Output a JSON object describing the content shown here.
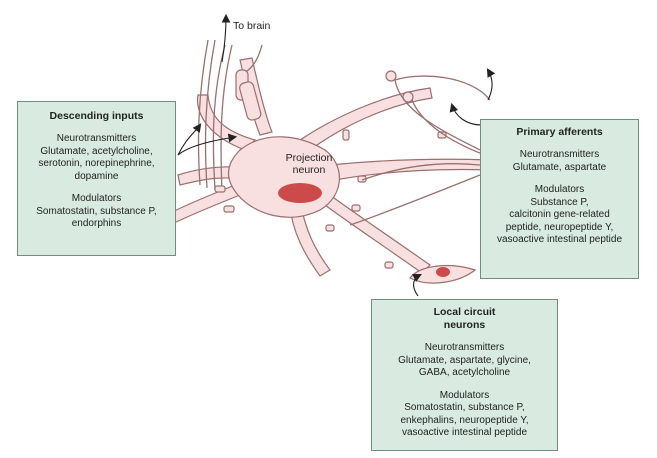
{
  "labels": {
    "to_brain": "To brain",
    "projection_neuron": [
      "Projection",
      "neuron"
    ]
  },
  "descending_inputs": {
    "title": "Descending inputs",
    "neurotransmitters": [
      "Neurotransmitters",
      "Glutamate, acetylcholine,",
      "serotonin, norepinephrine,",
      "dopamine"
    ],
    "modulators": [
      "Modulators",
      "Somatostatin, substance P,",
      "endorphins"
    ]
  },
  "primary_afferents": {
    "title": "Primary afferents",
    "neurotransmitters": [
      "Neurotransmitters",
      "Glutamate, aspartate"
    ],
    "modulators": [
      "Modulators",
      "Substance P,",
      "calcitonin gene-related",
      "peptide, neuropeptide Y,",
      "vasoactive intestinal peptide"
    ]
  },
  "local_circuit_neurons": {
    "title": [
      "Local circuit",
      "neurons"
    ],
    "neurotransmitters": [
      "Neurotransmitters",
      "Glutamate, aspartate, glycine,",
      "GABA, acetylcholine"
    ],
    "modulators": [
      "Modulators",
      "Somatostatin, substance P,",
      "enkephalins, neuropeptide Y,",
      "vasoactive intestinal peptide"
    ]
  },
  "colors": {
    "neuron_fill": "#f9e0e0",
    "neuron_stroke": "#9a6f6f",
    "nucleus": "#cc4a4a",
    "box_fill": "#d9ebe0",
    "box_border": "#6f8f7c"
  }
}
